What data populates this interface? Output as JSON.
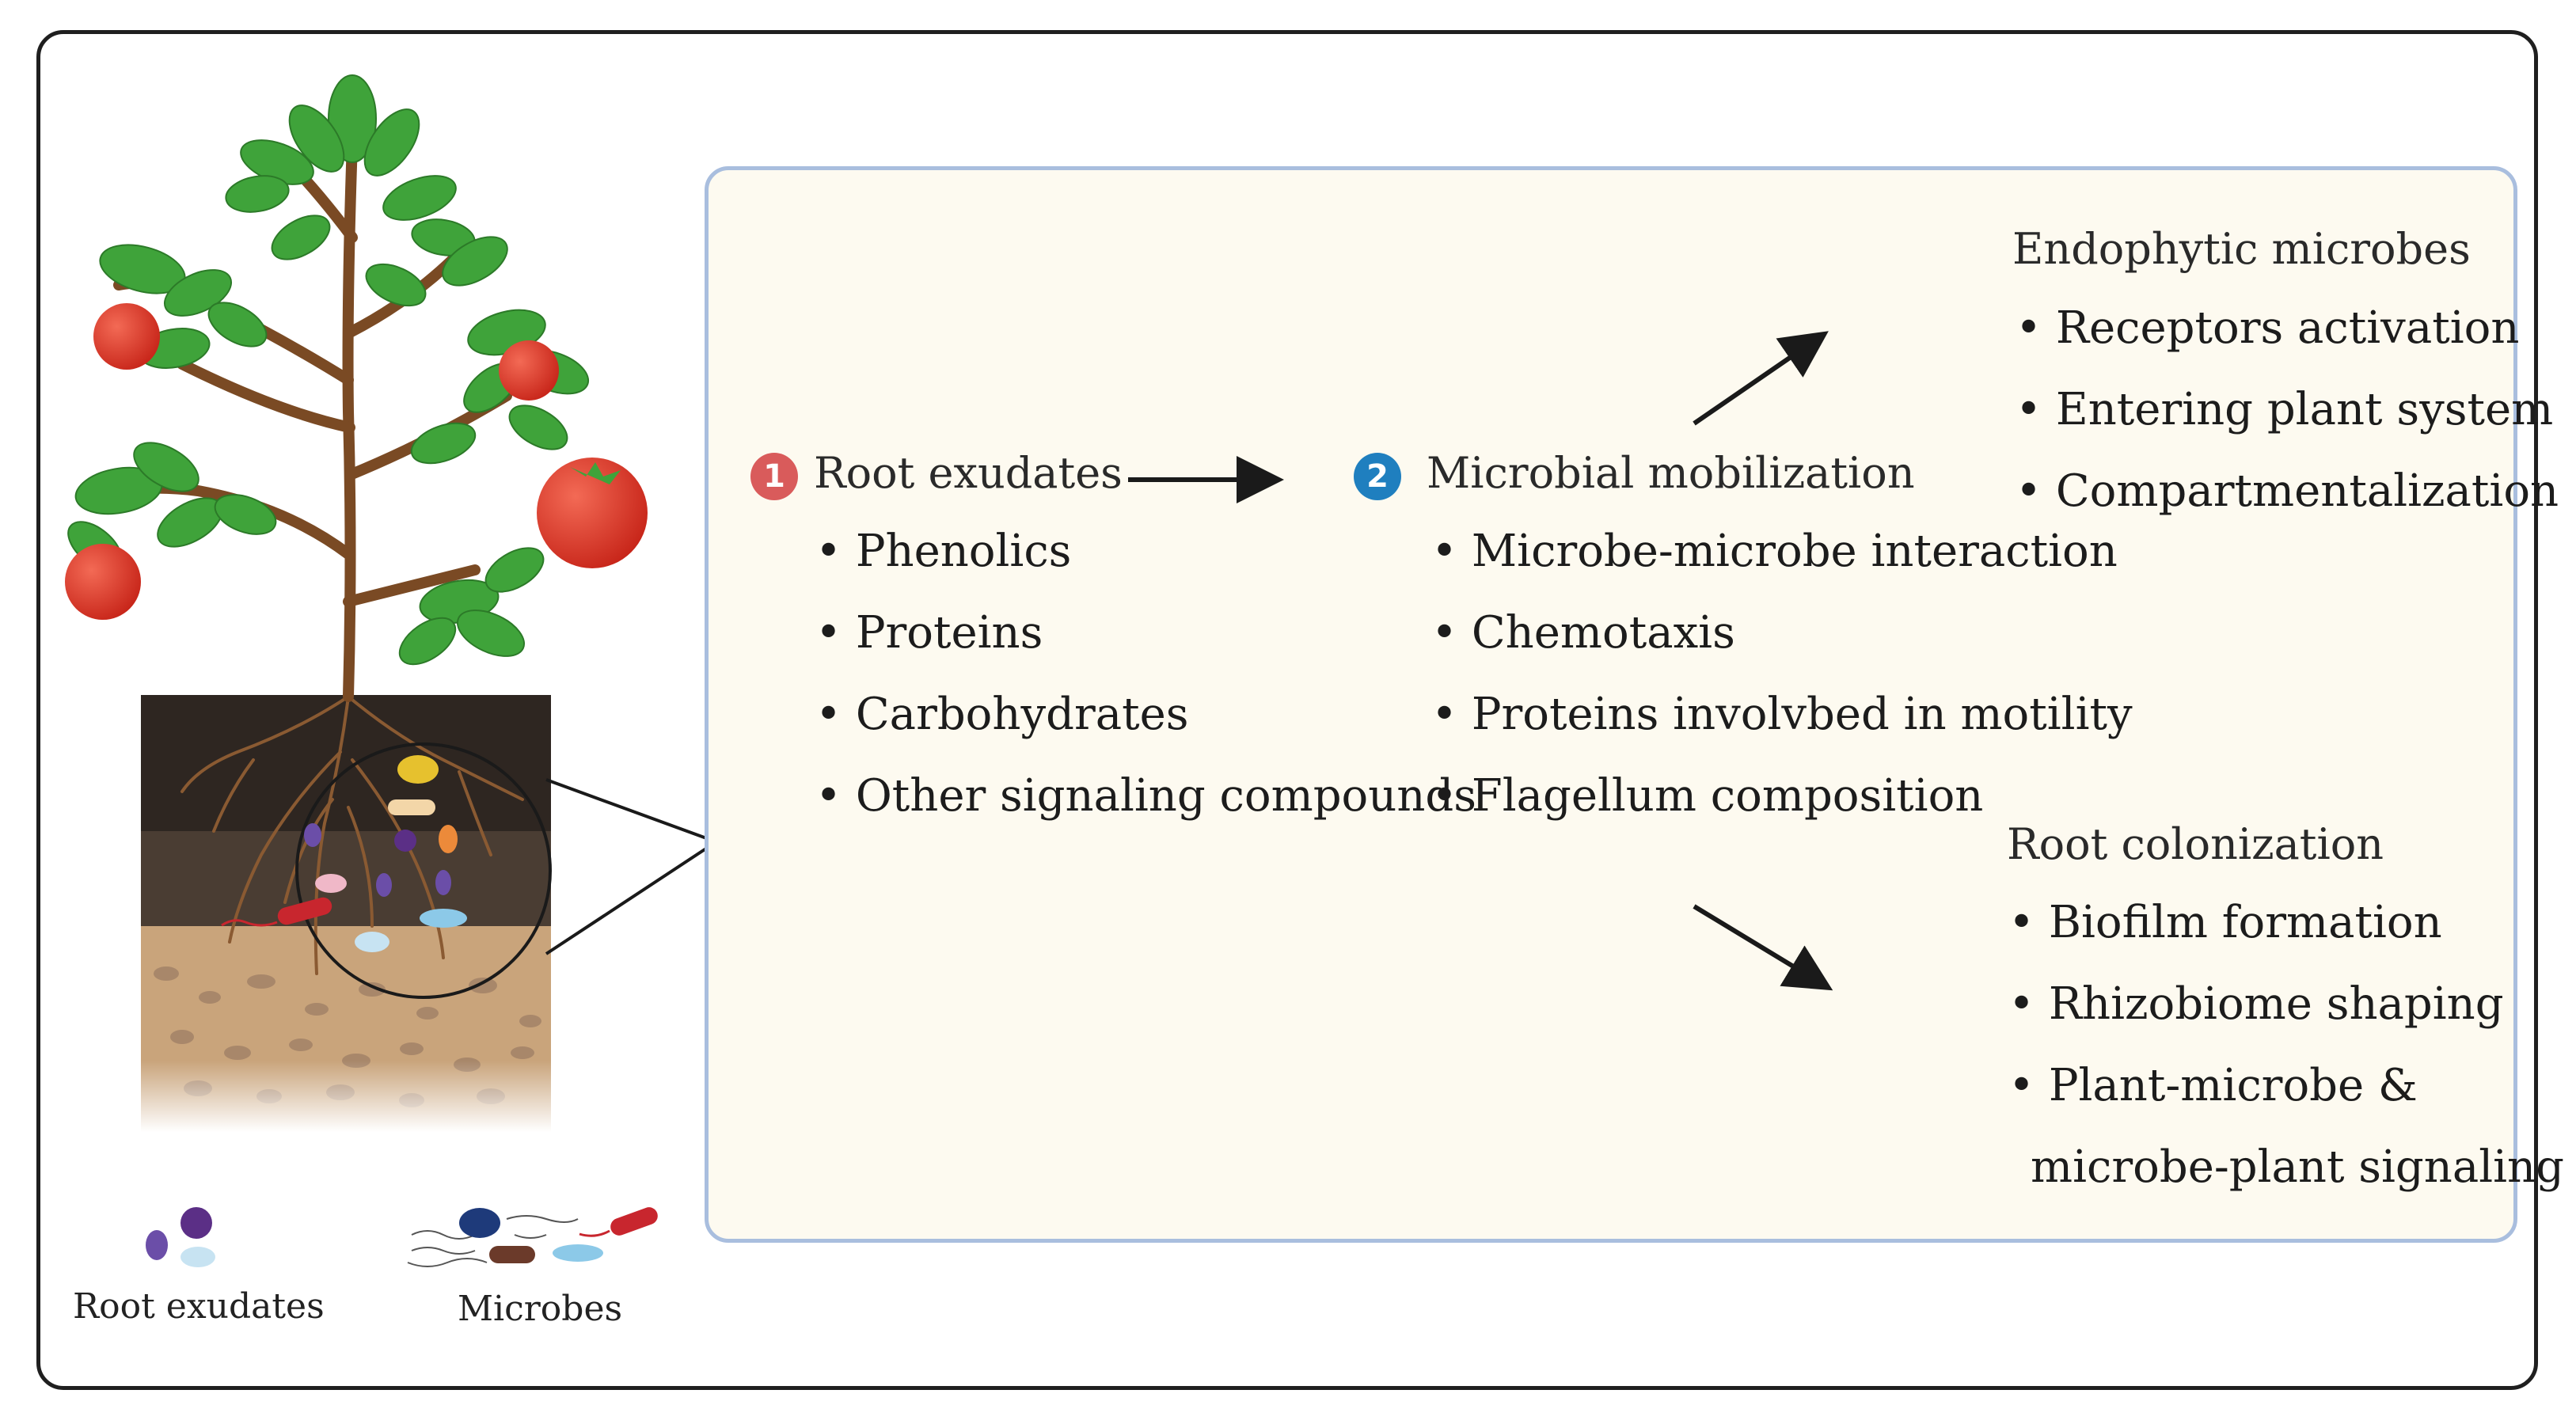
{
  "step1": {
    "badge": "1",
    "badge_color": "#d95b5b",
    "title": "Root exudates",
    "items": [
      "• Phenolics",
      "• Proteins",
      "• Carbohydrates",
      "• Other signaling compounds"
    ]
  },
  "step2": {
    "badge": "2",
    "badge_color": "#1f7fbf",
    "title": "Microbial mobilization",
    "items": [
      "• Microbe-microbe interaction",
      "• Chemotaxis",
      "• Proteins involvbed in motility",
      "• Flagellum composition"
    ]
  },
  "endophytic": {
    "title": "Endophytic microbes",
    "items": [
      "• Receptors activation",
      "• Entering plant system",
      "• Compartmentalization"
    ]
  },
  "colonization": {
    "title": "Root colonization",
    "items": [
      "• Biofilm formation",
      "• Rhizobiome shaping",
      "• Plant-microbe &",
      "microbe-plant signaling"
    ]
  },
  "legend": {
    "root_exudates": "Root exudates",
    "microbes": "Microbes"
  },
  "colors": {
    "panel_bg": "#fdfaf0",
    "panel_border": "#a9bede",
    "leaf": "#3fa33a",
    "stem": "#7a4a24",
    "tomato": "#e0392b",
    "soil_dark": "#3a2f28",
    "soil_sand": "#c7a27a"
  }
}
